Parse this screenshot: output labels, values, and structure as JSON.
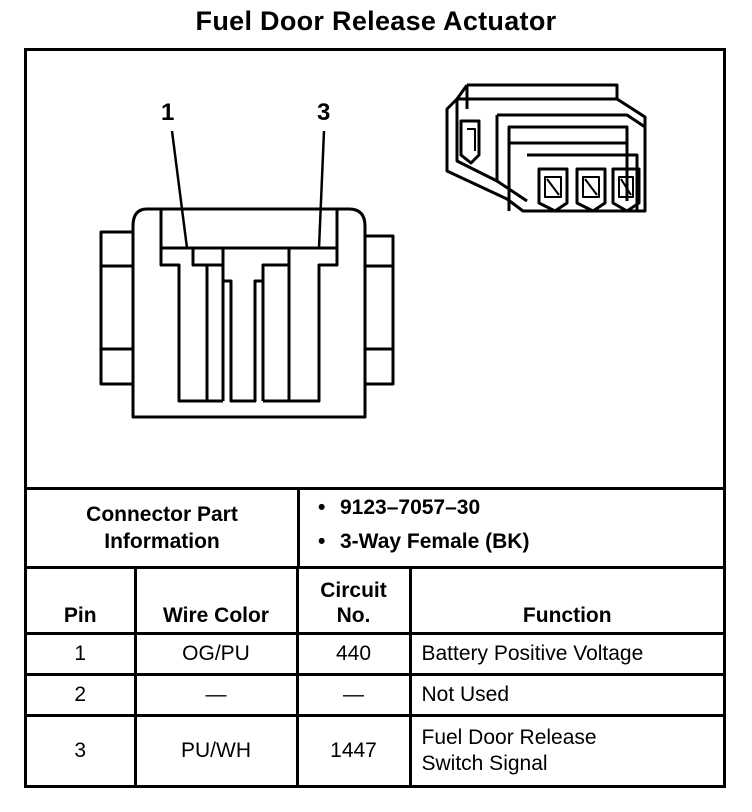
{
  "title": "Fuel Door Release Actuator",
  "diagram": {
    "pin_callouts": [
      "1",
      "3"
    ]
  },
  "connector_info": {
    "label_line1": "Connector Part",
    "label_line2": "Information",
    "items": [
      "9123–7057–30",
      "3-Way Female (BK)"
    ]
  },
  "table": {
    "headers": {
      "pin": "Pin",
      "wire_color": "Wire Color",
      "circuit_line1": "Circuit",
      "circuit_line2": "No.",
      "function": "Function"
    },
    "rows": [
      {
        "pin": "1",
        "wire_color": "OG/PU",
        "circuit": "440",
        "function_line1": "Battery Positive Voltage",
        "function_line2": ""
      },
      {
        "pin": "2",
        "wire_color": "—",
        "circuit": "—",
        "function_line1": "Not Used",
        "function_line2": ""
      },
      {
        "pin": "3",
        "wire_color": "PU/WH",
        "circuit": "1447",
        "function_line1": "Fuel Door Release",
        "function_line2": "Switch Signal"
      }
    ]
  }
}
